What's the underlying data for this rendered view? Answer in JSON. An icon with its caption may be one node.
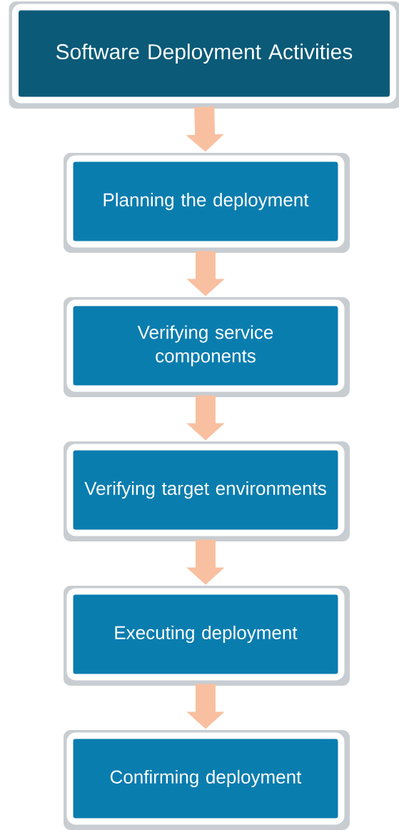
{
  "diagram": {
    "nodes": [
      {
        "text": [
          "Software Deployment Activities"
        ]
      },
      {
        "text": [
          "Planning the deployment"
        ]
      },
      {
        "text": [
          "Verifying service components"
        ]
      },
      {
        "text": [
          "Verifying target environments"
        ]
      },
      {
        "text": [
          "Executing deployment"
        ]
      },
      {
        "text": [
          "Confirming deployment"
        ]
      }
    ],
    "edges": [
      {
        "from": 0,
        "to": 1,
        "arrow": "to"
      },
      {
        "from": 1,
        "to": 2,
        "arrow": "to"
      },
      {
        "from": 2,
        "to": 3,
        "arrow": "to"
      },
      {
        "from": 3,
        "to": 4,
        "arrow": "to"
      },
      {
        "from": 4,
        "to": 5,
        "arrow": "to"
      }
    ]
  }
}
